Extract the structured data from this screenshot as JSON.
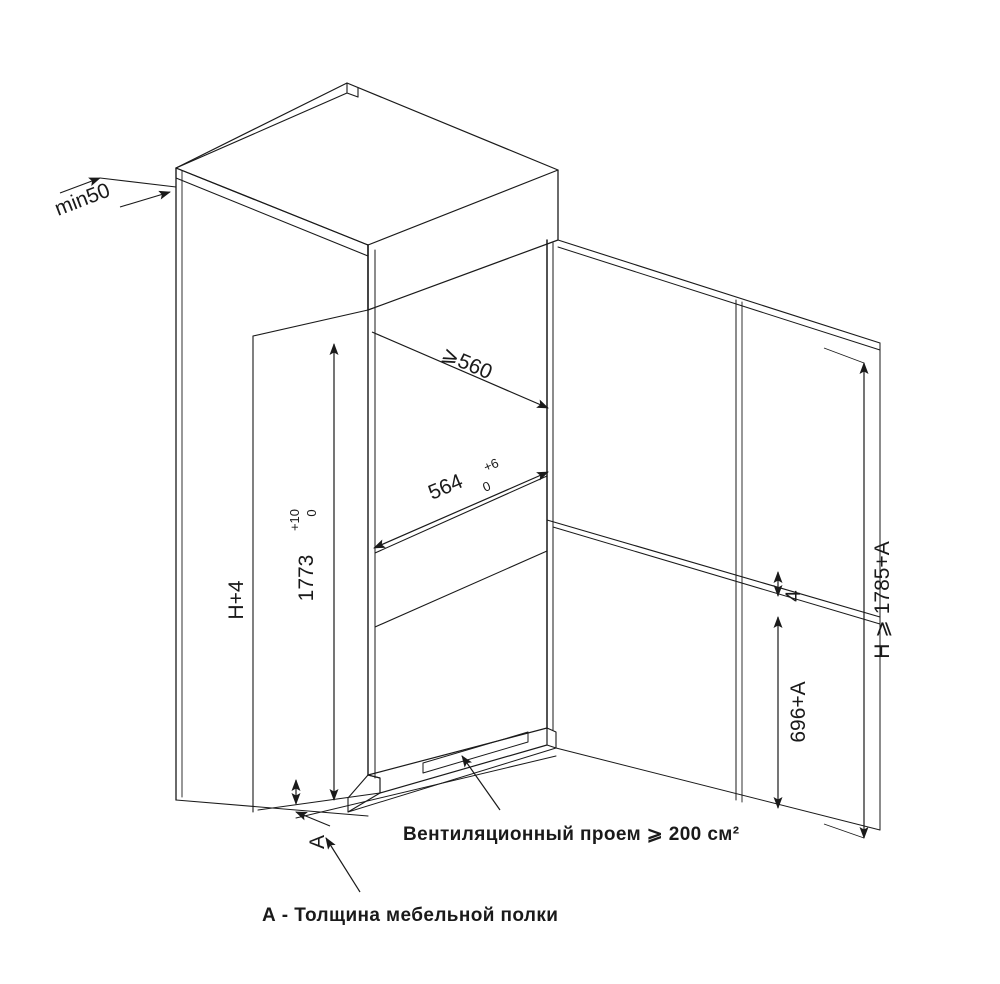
{
  "document": {
    "type": "installation-dimension-drawing",
    "subject": "built-in refrigerator niche",
    "units": "mm",
    "background_color": "#ffffff",
    "line_color": "#1a1a1a"
  },
  "dimensions": {
    "min_rear_clearance": "min50",
    "niche_depth_min": "⩾560",
    "niche_width": "564",
    "niche_width_tol_upper": "+6",
    "niche_width_tol_lower": "0",
    "niche_height": "1773",
    "niche_height_tol_upper": "+10",
    "niche_height_tol_lower": "0",
    "furniture_panel_height": "H+4",
    "door_gap": "4",
    "lower_door_height": "696+A",
    "total_height": "H ⩾ 1785+A",
    "shelf_thickness_symbol": "A"
  },
  "annotations": {
    "ventilation": "Вентиляционный проем ⩾ 200 см²",
    "shelf_legend": "А - Толщина мебельной полки"
  }
}
